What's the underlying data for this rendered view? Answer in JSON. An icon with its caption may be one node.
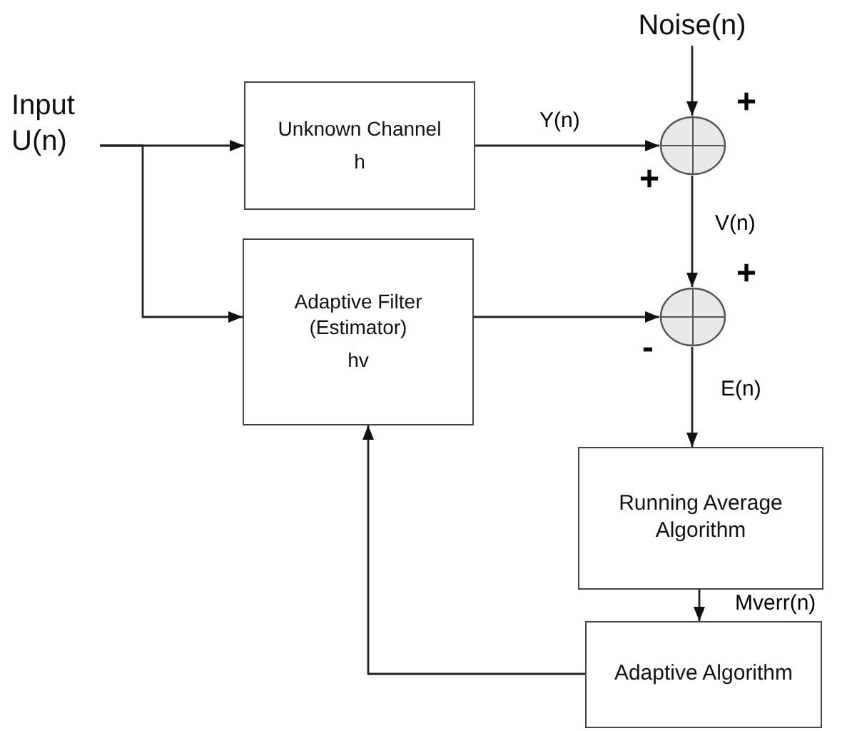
{
  "diagram": {
    "nodes": [
      {
        "text": [
          "Input U(n)"
        ]
      },
      {
        "text": [
          "Unknown Channel",
          "h"
        ]
      },
      {
        "text": [
          "Adaptive Filter (Estimator)",
          "hv"
        ]
      },
      {
        "text": [
          "Noise(n)"
        ]
      },
      {
        "text": [],
        "shape": "circle"
      },
      {
        "text": [],
        "shape": "circle"
      },
      {
        "text": [
          "Running Average Algorithm"
        ]
      },
      {
        "text": [
          "Adaptive Algorithm"
        ]
      }
    ],
    "edges": [
      {
        "from": 0,
        "to": 1,
        "arrow": "to"
      },
      {
        "from": 0,
        "to": 2,
        "arrow": "to"
      },
      {
        "from": 1,
        "to": 4,
        "arrow": "to",
        "label": "Y(n)"
      },
      {
        "from": 3,
        "to": 4,
        "arrow": "to"
      },
      {
        "from": 4,
        "to": 5,
        "arrow": "to",
        "label": "V(n)"
      },
      {
        "from": 2,
        "to": 5,
        "arrow": "to"
      },
      {
        "from": 5,
        "to": 6,
        "arrow": "to",
        "label": "E(n)"
      },
      {
        "from": 6,
        "to": 7,
        "arrow": "to",
        "label": "Mverr(n)"
      },
      {
        "from": 7,
        "to": 2,
        "arrow": "to"
      }
    ],
    "labels": [
      "+",
      "+",
      "+",
      "-"
    ]
  }
}
